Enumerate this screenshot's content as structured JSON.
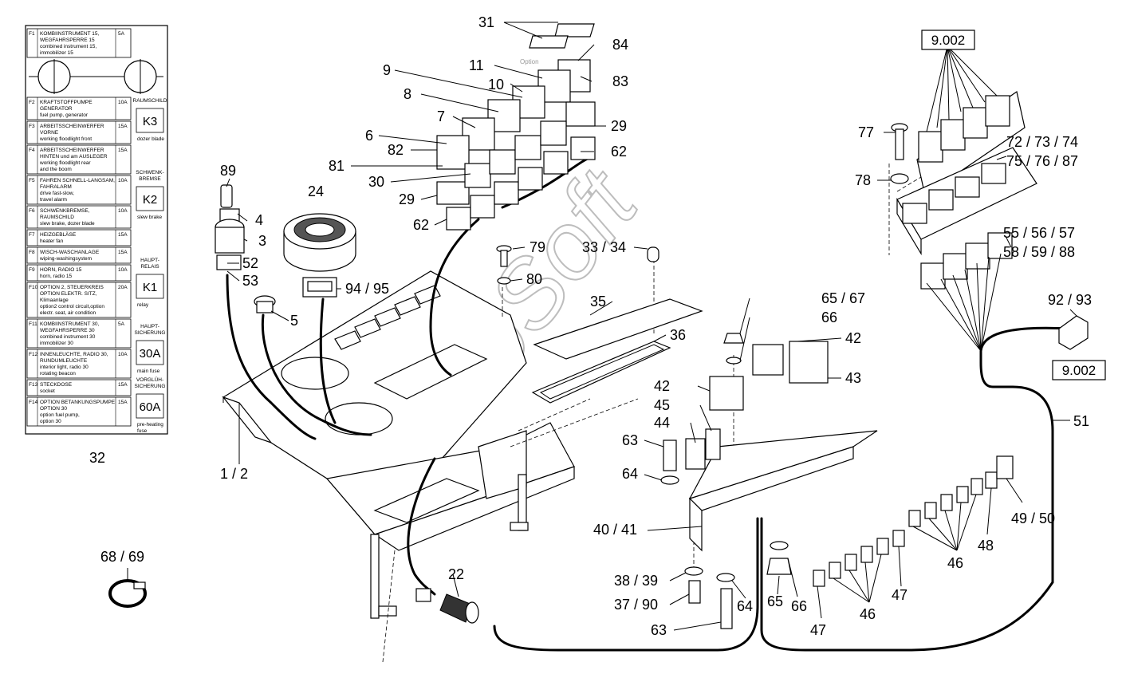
{
  "legend_card": {
    "number": "32",
    "rows": [
      {
        "code": "F1",
        "lines": [
          "KOMBIINSTRUMENT 15,",
          "WEGFAHRSPERRE 15",
          "combined instrument 15,",
          "immobilizer 15"
        ],
        "amp": "5A"
      },
      {
        "code": "F2",
        "lines": [
          "KRAFTSTOFFPUMPE",
          "GENERATOR",
          "fuel pump, generator"
        ],
        "amp": "10A"
      },
      {
        "code": "F3",
        "lines": [
          "ARBEITSSCHEINWERFER",
          "VORNE",
          "working floodlight front"
        ],
        "amp": "15A"
      },
      {
        "code": "F4",
        "lines": [
          "ARBEITSSCHEINWERFER",
          "HINTEN und am AUSLEGER",
          "working floodlight rear",
          "and the boom"
        ],
        "amp": "15A"
      },
      {
        "code": "F5",
        "lines": [
          "FAHREN SCHNELL-LANGSAM,",
          "FAHRALARM",
          "drive fast-slow,",
          "travel alarm"
        ],
        "amp": "10A"
      },
      {
        "code": "F6",
        "lines": [
          "SCHWENKBREMSE,",
          "RAUMSCHILD",
          "slew brake, dozer blade"
        ],
        "amp": "10A"
      },
      {
        "code": "F7",
        "lines": [
          "HEIZGEBLÄSE",
          "heater fan"
        ],
        "amp": "15A"
      },
      {
        "code": "F8",
        "lines": [
          "WISCH-WASCHANLAGE",
          "wiping-washingsystem"
        ],
        "amp": "15A"
      },
      {
        "code": "F9",
        "lines": [
          "HORN, RADIO 15",
          "horn, radio 15"
        ],
        "amp": "10A"
      },
      {
        "code": "F10",
        "lines": [
          "OPTION 2, STEUERKREIS",
          "OPTION ELEKTR. SITZ,",
          "Klimaanlage",
          "option2 control circuit,option",
          "electr. seat, air condition"
        ],
        "amp": "20A"
      },
      {
        "code": "F11",
        "lines": [
          "KOMBIINSTRUMENT 30,",
          "WEGFAHRSPERRE 30",
          "combined instrument 30",
          "immobilizer 30"
        ],
        "amp": "5A"
      },
      {
        "code": "F12",
        "lines": [
          "INNENLEUCHTE, RADIO 30,",
          "RUNDUMLEUCHTE",
          "interior light, radio 30",
          "rotating beacon"
        ],
        "amp": "10A"
      },
      {
        "code": "F13",
        "lines": [
          "STECKDOSE",
          "socket"
        ],
        "amp": "15A"
      },
      {
        "code": "F14",
        "lines": [
          "OPTION BETANKUNGSPUMPE",
          "OPTION 30",
          "option fuel pump,",
          "option 30"
        ],
        "amp": "15A"
      }
    ],
    "side": [
      {
        "title": [
          "RAUMSCHILD"
        ],
        "label": "K3",
        "caption": "dozer blade"
      },
      {
        "title": [
          "SCHWENK-",
          "BREMSE"
        ],
        "label": "K2",
        "caption": "slew brake"
      },
      {
        "title": [
          "HAUPT-",
          "RELAIS"
        ],
        "label": "K1",
        "caption": "relay"
      },
      {
        "title": [
          "HAUPT-",
          "SICHERUNG"
        ],
        "label": "30A",
        "caption": "main fuse"
      },
      {
        "title": [
          "VORGLÜH-",
          "SICHERUNG"
        ],
        "label": "60A",
        "caption": [
          "pre-heating",
          "fuse"
        ]
      }
    ]
  },
  "ref_boxes": [
    "9.002",
    "9.002"
  ],
  "option_label": "Option",
  "watermark": "AutoSoft",
  "callouts": {
    "c31": "31",
    "c84": "84",
    "c11": "11",
    "c83": "83",
    "c9": "9",
    "c10": "10",
    "c8": "8",
    "c7": "7",
    "c29a": "29",
    "c6": "6",
    "c82": "82",
    "c62a": "62",
    "c81": "81",
    "c30": "30",
    "c29b": "29",
    "c62b": "62",
    "c89": "89",
    "c24": "24",
    "c4": "4",
    "c3": "3",
    "c52": "52",
    "c53": "53",
    "c79": "79",
    "c3334": "33 / 34",
    "c80": "80",
    "c9495": "94 / 95",
    "c5": "5",
    "c35": "35",
    "c6567": "65 / 67",
    "c66a": "66",
    "c42a": "42",
    "c36": "36",
    "c43": "43",
    "c42b": "42",
    "c45": "45",
    "c44": "44",
    "c63a": "63",
    "c64a": "64",
    "c12": "1 / 2",
    "c4041": "40 / 41",
    "c3839": "38 / 39",
    "c3790": "37 / 90",
    "c63b": "63",
    "c64b": "64",
    "c65": "65",
    "c66b": "66",
    "c47a": "47",
    "c46a": "46",
    "c47b": "47",
    "c46b": "46",
    "c48": "48",
    "c4950": "49 / 50",
    "c22": "22",
    "c6869": "68 / 69",
    "c77": "77",
    "c78": "78",
    "c727374": "72 / 73 / 74",
    "c757687": "75 / 76 / 87",
    "c555657": "55 / 56 / 57",
    "c585988": "58 / 59 / 88",
    "c9293": "92 / 93",
    "c51": "51"
  }
}
